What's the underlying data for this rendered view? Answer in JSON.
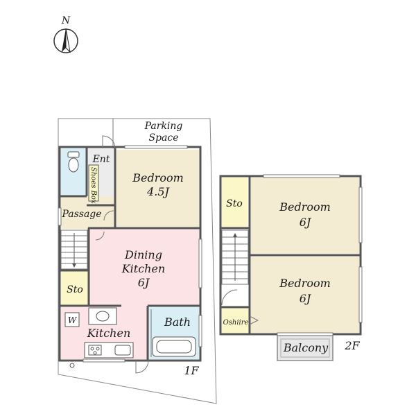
{
  "compass": {
    "label": "N"
  },
  "colors": {
    "bedroom": "#f3ecd3",
    "dining_kitchen": "#fbe3e6",
    "wet_area": "#d9eef5",
    "storage": "#fbf7c8",
    "hall": "#ececec",
    "wall": "#555555",
    "balcony": "#e8e8e8"
  },
  "floor1": {
    "floor_label": "1F",
    "parking": "Parking\nSpace",
    "entrance": "Ent",
    "shoes_box": "Shoes Box",
    "bedroom": "Bedroom\n4.5J",
    "passage": "Passage",
    "dining_kitchen": "Dining\nKitchen\n6J",
    "storage": "Sto",
    "washer": "W",
    "kitchen": "Kitchen",
    "bath": "Bath"
  },
  "floor2": {
    "floor_label": "2F",
    "storage": "Sto",
    "bedroom_north": "Bedroom\n6J",
    "bedroom_south": "Bedroom\n6J",
    "oshiire": "Oshiire",
    "balcony": "Balcony"
  }
}
